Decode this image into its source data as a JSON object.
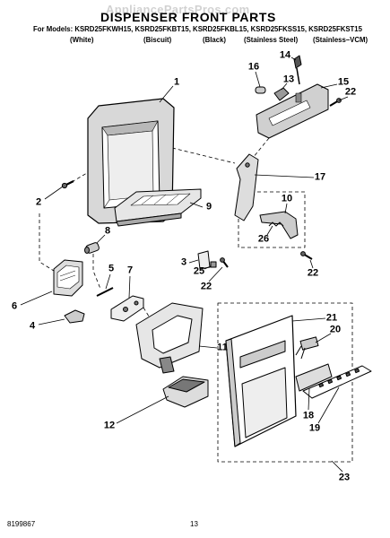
{
  "watermark": "AppliancePartsPros.com",
  "title": "DISPENSER FRONT PARTS",
  "models_line": "For Models: KSRD25FKWH15, KSRD25FKBT15, KSRD25FKBL15, KSRD25FKSS15, KSRD25FKST15",
  "colors": [
    "(White)",
    "(Biscuit)",
    "(Black)",
    "(Stainless Steel)",
    "(Stainless–VCM)"
  ],
  "callouts": [
    "1",
    "14",
    "16",
    "13",
    "15",
    "22",
    "17",
    "2",
    "9",
    "10",
    "8",
    "26",
    "22",
    "3",
    "25",
    "22",
    "5",
    "7",
    "6",
    "4",
    "21",
    "20",
    "11",
    "12",
    "18",
    "19",
    "23"
  ],
  "footer": {
    "doc_number": "8199867",
    "page_number": "13"
  }
}
